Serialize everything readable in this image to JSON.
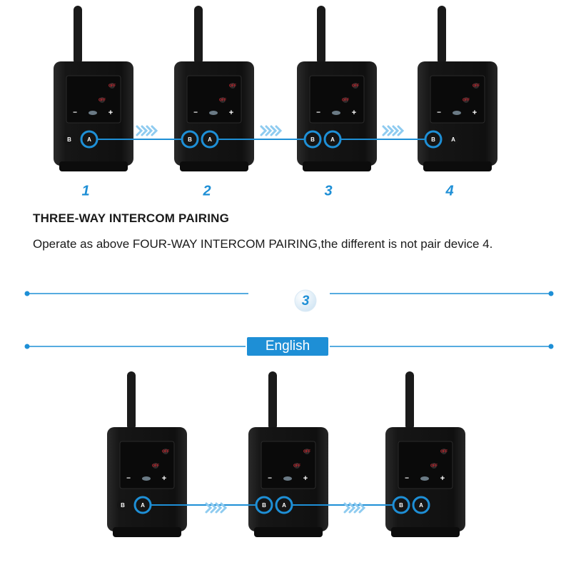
{
  "colors": {
    "accent": "#1e8fd6",
    "device_body": "#141414",
    "device_panel": "#0b0b0b",
    "button_off_red": "#c8202a"
  },
  "icons": [
    "antenna-icon",
    "power-off-icon",
    "minus-icon",
    "plus-icon",
    "led-icon",
    "chevrons-right-icon"
  ],
  "top_diagram": {
    "device_numbers": [
      "1",
      "2",
      "3",
      "4"
    ],
    "off_label": "OFF",
    "minus_label": "−",
    "plus_label": "+",
    "button_a": "A",
    "button_b": "B"
  },
  "section": {
    "title": "THREE-WAY INTERCOM PAIRING",
    "body": "Operate as above FOUR-WAY INTERCOM PAIRING,the different is not pair device 4."
  },
  "step": {
    "number": "3"
  },
  "language_badge": "English"
}
